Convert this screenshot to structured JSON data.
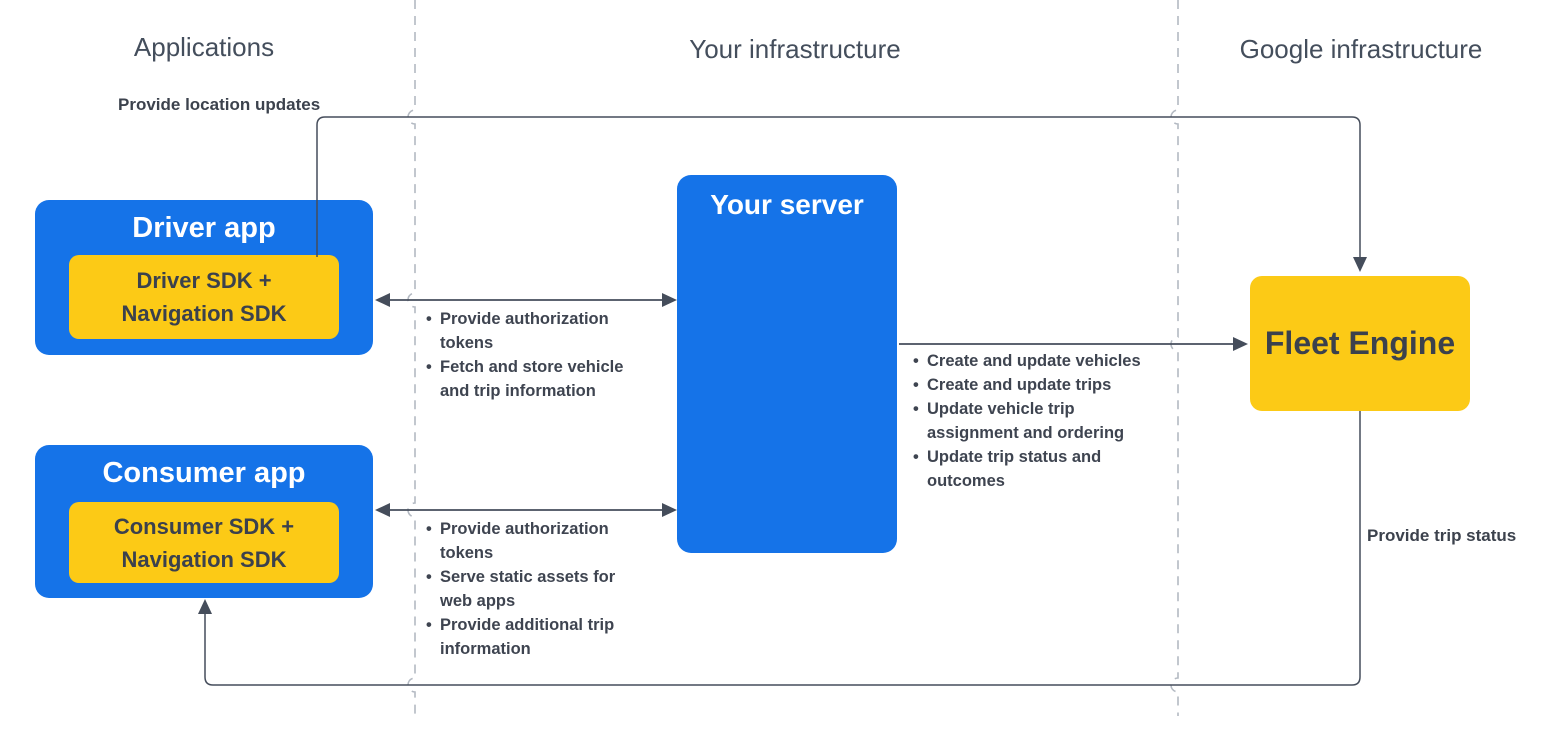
{
  "columns": [
    {
      "label": "Applications"
    },
    {
      "label": "Your infrastructure"
    },
    {
      "label": "Google infrastructure"
    }
  ],
  "nodes": {
    "driver_app": {
      "title": "Driver app",
      "sdk": "Driver SDK + Navigation SDK"
    },
    "consumer_app": {
      "title": "Consumer app",
      "sdk": "Consumer SDK + Navigation SDK"
    },
    "your_server": {
      "title": "Your server"
    },
    "fleet_engine": {
      "title": "Fleet Engine"
    }
  },
  "edge_labels": {
    "provide_location_updates": "Provide location updates",
    "provide_trip_status": "Provide trip status"
  },
  "lists": {
    "driver_server": {
      "items": [
        "Provide authorization tokens",
        "Fetch and store vehicle and trip information"
      ]
    },
    "consumer_server": {
      "items": [
        "Provide authorization tokens",
        "Serve static assets for web apps",
        "Provide additional trip information"
      ]
    },
    "server_fleet": {
      "items": [
        "Create and update vehicles",
        "Create and update trips",
        "Update vehicle trip assignment and ordering",
        "Update trip status and outcomes"
      ]
    }
  },
  "colors": {
    "node_blue": "#1573e8",
    "node_yellow": "#fcca16",
    "wire": "#454d5b",
    "divider_dashed": "#b3b9c2",
    "text_dark": "#3e4450",
    "header_gray": "#444e5c",
    "title_white": "#ffffff"
  }
}
